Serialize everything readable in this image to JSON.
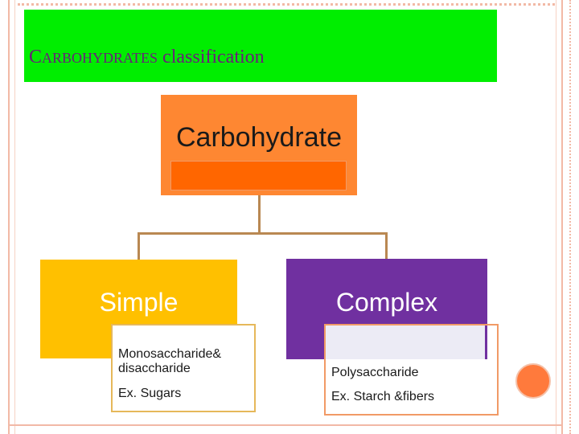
{
  "title": {
    "first_letter": "C",
    "rest_caps": "ARBOHYDRATES",
    "suffix": " classification"
  },
  "root": {
    "label": "Carbohydrate"
  },
  "simple": {
    "label": "Simple",
    "detail_line1": "Monosaccharide&",
    "detail_line2": "disaccharide",
    "detail_example": "Ex. Sugars"
  },
  "complex": {
    "label": "Complex",
    "detail_line1": "Polysaccharide",
    "detail_example": "Ex. Starch &fibers"
  },
  "colors": {
    "title_bar": "#00ee00",
    "title_text": "#6a1f7a",
    "root": "#fe8732",
    "simple": "#ffc000",
    "complex": "#7030a0",
    "connector": "#b98852",
    "accent_dot": "#ff7a3c"
  }
}
